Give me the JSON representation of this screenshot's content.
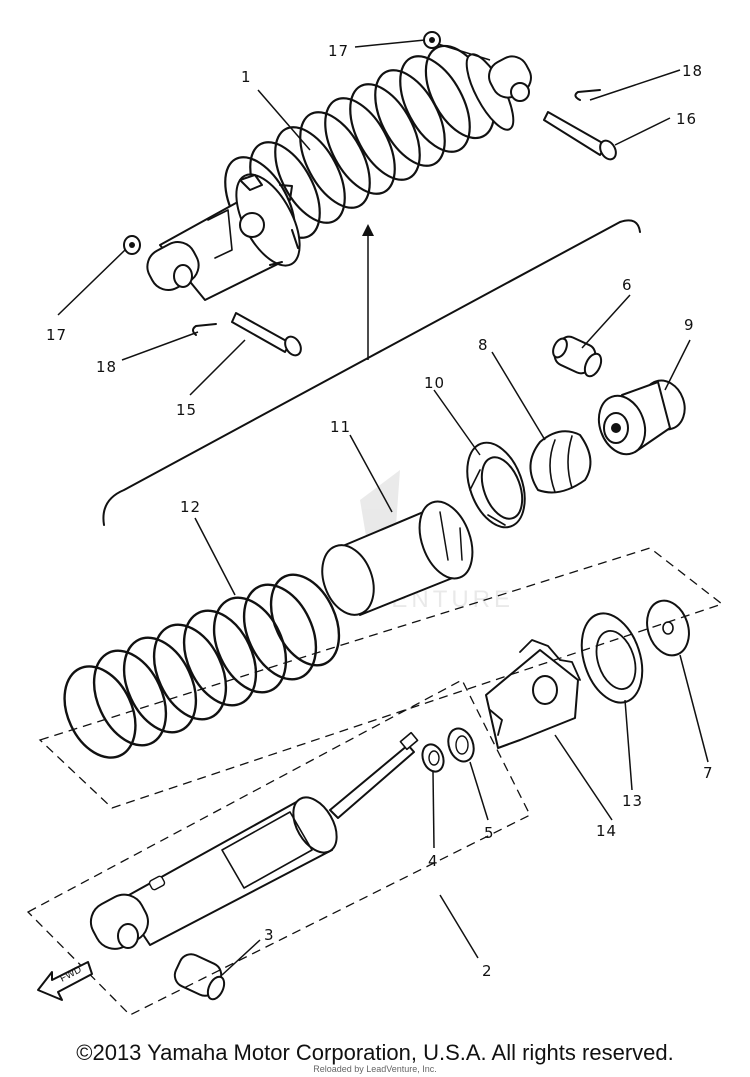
{
  "diagram": {
    "callouts": [
      {
        "id": "c1",
        "label": "1"
      },
      {
        "id": "c2",
        "label": "2"
      },
      {
        "id": "c3",
        "label": "3"
      },
      {
        "id": "c4",
        "label": "4"
      },
      {
        "id": "c5",
        "label": "5"
      },
      {
        "id": "c6",
        "label": "6"
      },
      {
        "id": "c7",
        "label": "7"
      },
      {
        "id": "c8",
        "label": "8"
      },
      {
        "id": "c9",
        "label": "9"
      },
      {
        "id": "c10",
        "label": "10"
      },
      {
        "id": "c11",
        "label": "11"
      },
      {
        "id": "c12",
        "label": "12"
      },
      {
        "id": "c13",
        "label": "13"
      },
      {
        "id": "c14",
        "label": "14"
      },
      {
        "id": "c15",
        "label": "15"
      },
      {
        "id": "c16",
        "label": "16"
      },
      {
        "id": "c17a",
        "label": "17"
      },
      {
        "id": "c17b",
        "label": "17"
      },
      {
        "id": "c18a",
        "label": "18"
      },
      {
        "id": "c18b",
        "label": "18"
      }
    ],
    "fwd_label": "FWD",
    "watermark_text": "ADVENTURE"
  },
  "footer": {
    "copyright": "©2013 Yamaha Motor Corporation, U.S.A. All rights reserved.",
    "reloaded": "Reloaded by LeadVenture, Inc."
  }
}
